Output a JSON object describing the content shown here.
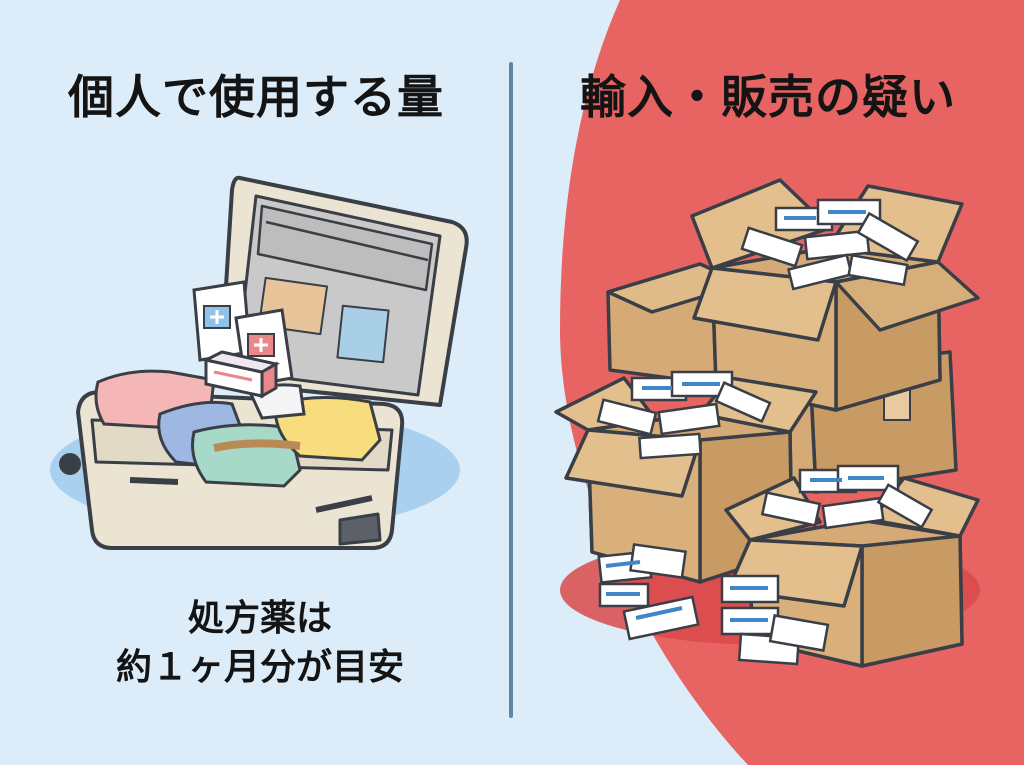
{
  "left_panel": {
    "title": "個人で使用する量",
    "caption_line1": "処方薬は",
    "caption_line2": "約１ヶ月分が目安",
    "bg_color": "#dcedf9",
    "icons": [
      "suitcase-icon",
      "medicine-bag-icon",
      "pill-box-icon",
      "folded-clothes-icon"
    ]
  },
  "right_panel": {
    "title": "輸入・販売の疑い",
    "bg_color": "#e86463",
    "icons": [
      "cardboard-box-icon",
      "medicine-package-icon"
    ]
  },
  "divider_color": "#5e86a3"
}
